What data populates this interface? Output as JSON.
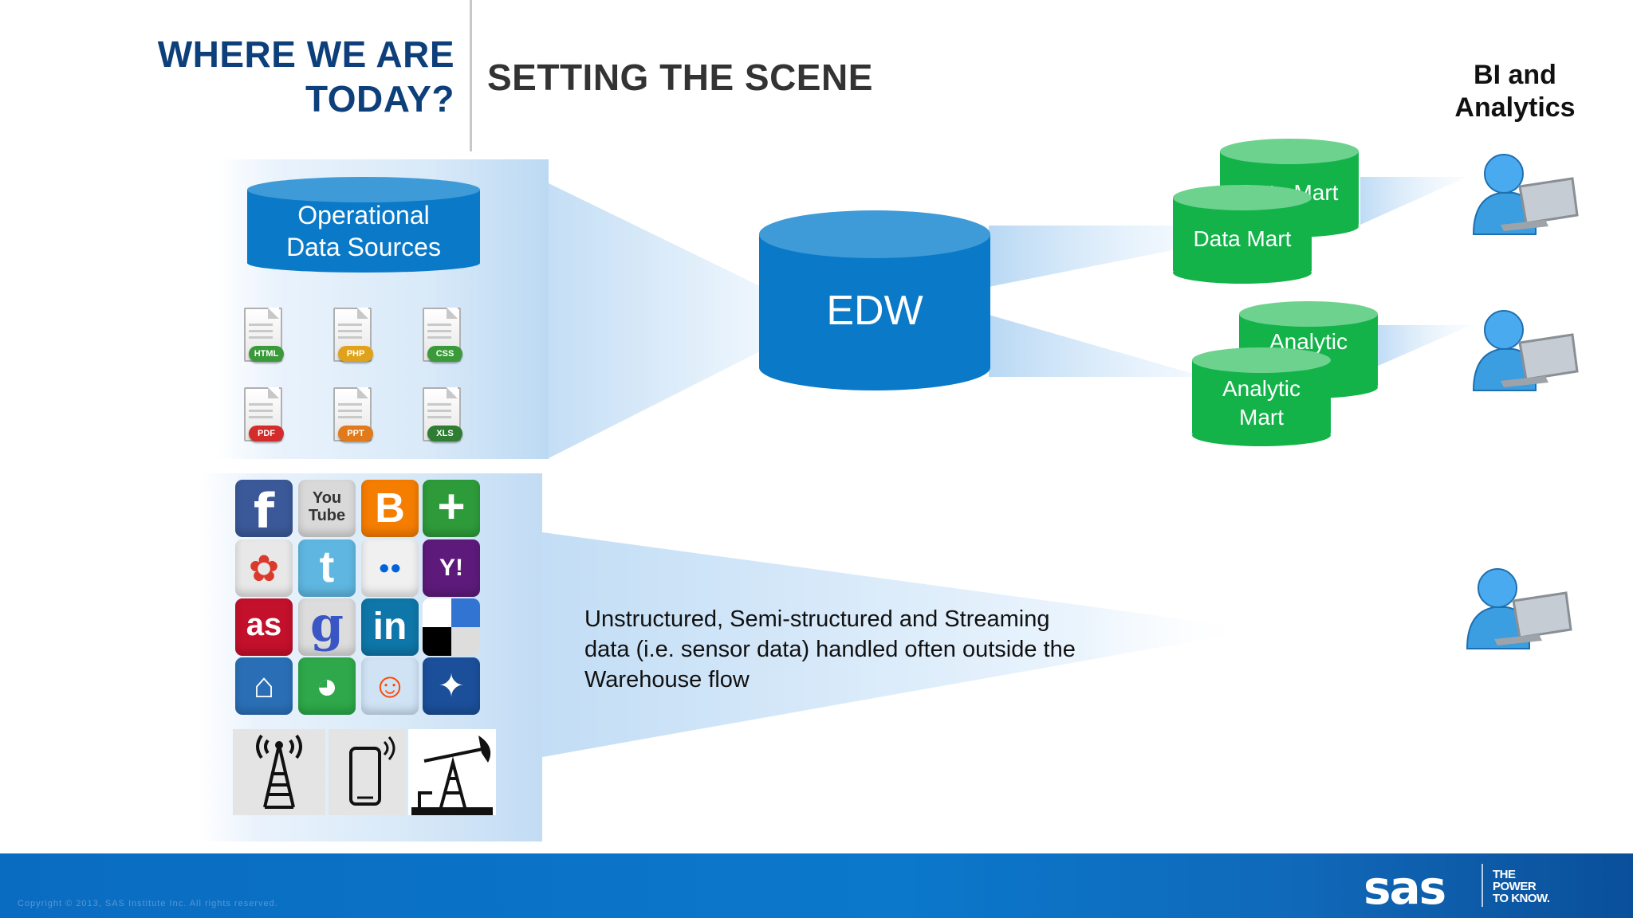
{
  "header": {
    "section_line1": "WHERE WE ARE",
    "section_line2": "TODAY?",
    "slide_title": "SETTING THE SCENE",
    "bi_line1": "BI and",
    "bi_line2": "Analytics"
  },
  "sources": {
    "cylinder_line1": "Operational",
    "cylinder_line2": "Data Sources",
    "files": [
      {
        "label": "HTML",
        "color": "#3a9a3a"
      },
      {
        "label": "PHP",
        "color": "#e0a21a"
      },
      {
        "label": "CSS",
        "color": "#3a9a3a"
      },
      {
        "label": "PDF",
        "color": "#d42b2b"
      },
      {
        "label": "PPT",
        "color": "#e07a1a"
      },
      {
        "label": "XLS",
        "color": "#2e7d32"
      }
    ]
  },
  "warehouse": {
    "label": "EDW"
  },
  "marts": {
    "data_mart_back": "Data Mart",
    "data_mart_front": "Data Mart",
    "analytic_back_line1": "Analytic",
    "analytic_back_line2": "Mart",
    "analytic_front_line1": "Analytic",
    "analytic_front_line2": "Mart"
  },
  "social": {
    "tiles": [
      {
        "icon": "facebook-icon",
        "glyph": "f",
        "color": "#3b5998"
      },
      {
        "icon": "youtube-icon",
        "glyph": "You Tube",
        "color": "#d9d9d9"
      },
      {
        "icon": "blogger-icon",
        "glyph": "B",
        "color": "#f57d00"
      },
      {
        "icon": "google-plus-icon",
        "glyph": "+",
        "color": "#2e9b3a"
      },
      {
        "icon": "picasa-icon",
        "glyph": "✿",
        "color": "#e8e8e8"
      },
      {
        "icon": "twitter-icon",
        "glyph": "t",
        "color": "#5fb6e0"
      },
      {
        "icon": "flickr-icon",
        "glyph": "●●",
        "color": "#f0f0f0"
      },
      {
        "icon": "yahoo-icon",
        "glyph": "Y!",
        "color": "#5d1a7a"
      },
      {
        "icon": "lastfm-icon",
        "glyph": "as",
        "color": "#c3102b"
      },
      {
        "icon": "google-icon",
        "glyph": "g",
        "color": "#dcdcdc"
      },
      {
        "icon": "linkedin-icon",
        "glyph": "in",
        "color": "#0e76a8"
      },
      {
        "icon": "delicious-icon",
        "glyph": "",
        "color": "#ffffff"
      },
      {
        "icon": "network-icon",
        "glyph": "⌂",
        "color": "#2a6fb5"
      },
      {
        "icon": "chat-icon",
        "glyph": "◕",
        "color": "#2ea84a"
      },
      {
        "icon": "reddit-icon",
        "glyph": "☺",
        "color": "#cfe3f5"
      },
      {
        "icon": "myspace-icon",
        "glyph": "✦",
        "color": "#1b4f9a"
      }
    ]
  },
  "devices": [
    {
      "icon": "cell-tower-icon"
    },
    {
      "icon": "mobile-phone-icon"
    },
    {
      "icon": "oil-pump-icon"
    }
  ],
  "caption": {
    "line1": "Unstructured, Semi-structured and Streaming",
    "line2": "data (i.e. sensor data) handled often outside the",
    "line3": "Warehouse flow"
  },
  "colors": {
    "navy": "#0d3f7a",
    "edw_blue": "#0a79c7",
    "mart_green": "#13b34a",
    "flow_blue": "#bcd9f3",
    "footer_blue": "#0b78cc"
  },
  "footer": {
    "copyright": "Copyright © 2013, SAS Institute Inc. All rights reserved.",
    "logo": "sas",
    "tagline1": "THE",
    "tagline2": "POWER",
    "tagline3": "TO KNOW."
  }
}
